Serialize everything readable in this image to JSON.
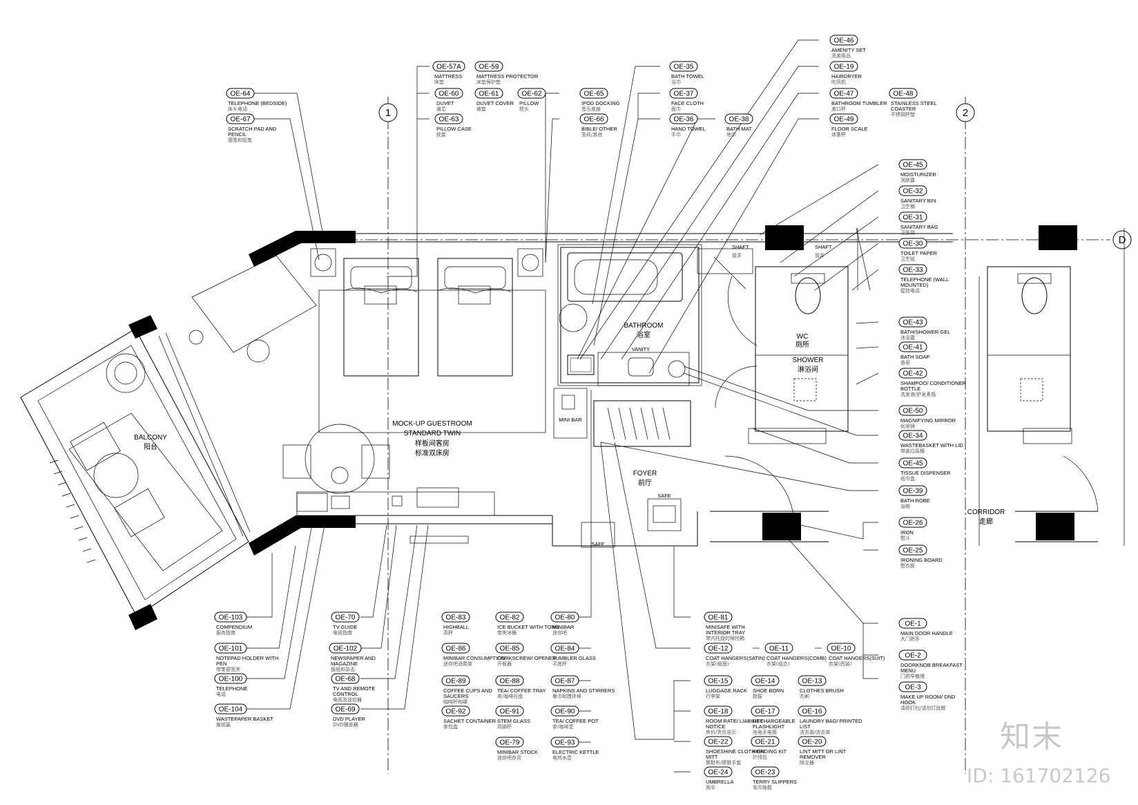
{
  "rooms": {
    "balcony": "BALCONY",
    "balcony_cn": "阳台",
    "guestroom": "MOCK-UP GUESTROOM",
    "guestroom_type": "STANDARD TWIN",
    "guestroom_cn1": "样板间客房",
    "guestroom_cn2": "标准双床房",
    "bathroom": "BATHROOM",
    "bathroom_cn": "浴室",
    "wc": "WC",
    "wc_cn": "厕所",
    "shower": "SHOWER",
    "shower_cn": "淋浴间",
    "foyer": "FOYER",
    "foyer_cn": "前厅",
    "corridor": "CORRIDOR",
    "corridor_cn": "走廊",
    "shaft1": "SHAFT",
    "shaft1_cn": "管井",
    "shaft2": "SHAFT",
    "shaft2_cn": "管井",
    "minibar": "MINI BAR",
    "safe": "SAFE",
    "safe2": "SAFE",
    "vanity": "VANITY"
  },
  "grid": {
    "g1": "1",
    "g2": "2",
    "gd": "D"
  },
  "watermark": {
    "brand": "知末",
    "id": "ID: 161702126"
  },
  "tags": {
    "t57a": {
      "code": "OE-57A",
      "label": "MATTRESS",
      "cn": "床垫"
    },
    "t59": {
      "code": "OE-59",
      "label": "MATTRESS PROTECTOR",
      "cn": "床垫保护垫"
    },
    "t60": {
      "code": "OE-60",
      "label": "DUVET",
      "cn": "被芯"
    },
    "t61": {
      "code": "OE-61",
      "label": "DUVET COVER",
      "cn": "被套"
    },
    "t62": {
      "code": "OE-62",
      "label": "PILLOW",
      "cn": "枕头"
    },
    "t63": {
      "code": "OE-63",
      "label": "PILLOW CASE",
      "cn": "枕套"
    },
    "t64": {
      "code": "OE-64",
      "label": "TELEPHONE (BEDSIDE)",
      "cn": "床头电话"
    },
    "t67": {
      "code": "OE-67",
      "label": "SCRATCH PAD AND PENCIL",
      "cn": "便笺和铅笔"
    },
    "t65": {
      "code": "OE-65",
      "label": "IPOD DOCKING",
      "cn": "音乐底座"
    },
    "t66": {
      "code": "OE-66",
      "label": "BIBLE/ OTHER",
      "cn": "圣经/其他"
    },
    "t35": {
      "code": "OE-35",
      "label": "BATH TOWEL",
      "cn": "浴巾"
    },
    "t37": {
      "code": "OE-37",
      "label": "FACE CLOTH",
      "cn": "面巾"
    },
    "t36": {
      "code": "OE-36",
      "label": "HAND TOWEL",
      "cn": "手巾"
    },
    "t38": {
      "code": "OE-38",
      "label": "BATH MAT",
      "cn": "地巾"
    },
    "t46": {
      "code": "OE-46",
      "label": "AMENITY SET",
      "cn": "洗漱用品"
    },
    "t19": {
      "code": "OE-19",
      "label": "HAIRDRYER",
      "cn": "吹风机"
    },
    "t47": {
      "code": "OE-47",
      "label": "BATHROOM TUMBLER",
      "cn": "漱口杯"
    },
    "t48": {
      "code": "OE-48",
      "label": "STAINLESS STEEL COASTER",
      "cn": "不锈钢杯垫"
    },
    "t49": {
      "code": "OE-49",
      "label": "FLOOR SCALE",
      "cn": "体重秤"
    },
    "t45a": {
      "code": "OE-45",
      "label": "MOISTURIZER",
      "cn": "润肤露"
    },
    "t32": {
      "code": "OE-32",
      "label": "SANITARY BIN",
      "cn": "卫生桶"
    },
    "t31": {
      "code": "OE-31",
      "label": "SANITARY BAG",
      "cn": "卫生袋"
    },
    "t30": {
      "code": "OE-30",
      "label": "TOILET PAPER",
      "cn": "卫生纸"
    },
    "t33": {
      "code": "OE-33",
      "label": "TELEPHONE (WALL MOUNTED)",
      "cn": "壁挂电话"
    },
    "t43": {
      "code": "OE-43",
      "label": "BATH/SHOWER GEL",
      "cn": "沐浴露"
    },
    "t41": {
      "code": "OE-41",
      "label": "BATH SOAP",
      "cn": "香皂"
    },
    "t42": {
      "code": "OE-42",
      "label": "SHAMPOO/ CONDITIONER BOTTLE",
      "cn": "洗发液/护发素瓶"
    },
    "t50": {
      "code": "OE-50",
      "label": "MAGNIFYING MIRROR",
      "cn": "化妆镜"
    },
    "t34": {
      "code": "OE-34",
      "label": "WASTEBASKET WITH LID",
      "cn": "带盖垃圾桶"
    },
    "t45b": {
      "code": "OE-45",
      "label": "TISSUE DISPENSER",
      "cn": "纸巾盒"
    },
    "t39": {
      "code": "OE-39",
      "label": "BATH ROBE",
      "cn": "浴袍"
    },
    "t26": {
      "code": "OE-26",
      "label": "IRON",
      "cn": "熨斗"
    },
    "t25": {
      "code": "OE-25",
      "label": "IRONING BOARD",
      "cn": "熨衣板"
    },
    "t1": {
      "code": "OE-1",
      "label": "MAIN DOOR HANDLE",
      "cn": "大门把手"
    },
    "t2": {
      "code": "OE-2",
      "label": "DOORKNOB BREAKFAST MENU",
      "cn": "门把早餐牌"
    },
    "t3": {
      "code": "OE-3",
      "label": "MAKE UP ROOM/ DND HOOK",
      "cn": "请即打扫/请勿打扰牌"
    },
    "t81": {
      "code": "OE-81",
      "label": "MINISAFE WITH INTERIOR TRAY",
      "cn": "带内托盘的保险箱"
    },
    "t12": {
      "code": "OE-12",
      "label": "COAT HANGERS(SATIN)",
      "cn": "衣架(缎面)"
    },
    "t11": {
      "code": "OE-11",
      "label": "COAT HANGERS(COMB)",
      "cn": "衣架(组合)"
    },
    "t10": {
      "code": "OE-10",
      "label": "COAT HANGERS(SUIT)",
      "cn": "衣架(西装)"
    },
    "t13": {
      "code": "OE-13",
      "label": "CLOTHES BRUSH",
      "cn": "衣刷"
    },
    "t14": {
      "code": "OE-14",
      "label": "SHOE BORN",
      "cn": "鞋拔"
    },
    "t15": {
      "code": "OE-15",
      "label": "LUGGAGE RACK",
      "cn": "行李架"
    },
    "t16": {
      "code": "OE-16",
      "label": "LAUNDRY BAG/ PRINTED LIST",
      "cn": "洗衣袋/洗衣单"
    },
    "t17": {
      "code": "OE-17",
      "label": "RECHARGEABLE FLASHLIGHT",
      "cn": "充电手电筒"
    },
    "t18": {
      "code": "OE-18",
      "label": "ROOM RATE/ LIABILITY NOTICE",
      "cn": "房价/责任告示"
    },
    "t20": {
      "code": "OE-20",
      "label": "LINT MITT OR LINT REMOVER",
      "cn": "除尘器"
    },
    "t21": {
      "code": "OE-21",
      "label": "MENDING KIT",
      "cn": "针线包"
    },
    "t22": {
      "code": "OE-22",
      "label": "SHOESHINE CLOTH OR MITT",
      "cn": "擦鞋布/擦鞋手套"
    },
    "t23": {
      "code": "OE-23",
      "label": "TERRY SLIPPERS",
      "cn": "毛巾拖鞋"
    },
    "t24": {
      "code": "OE-24",
      "label": "UMBRELLA",
      "cn": "雨伞"
    },
    "t83": {
      "code": "OE-83",
      "label": "HIGHBALL",
      "cn": "高杯"
    },
    "t82": {
      "code": "OE-82",
      "label": "ICE BUCKET WITH TONG",
      "cn": "带夹冰桶"
    },
    "t80": {
      "code": "OE-80",
      "label": "MINIBAR",
      "cn": "迷你吧"
    },
    "t86": {
      "code": "OE-86",
      "label": "MINIBAR CONSUMPTION",
      "cn": "迷你吧消费单"
    },
    "t85": {
      "code": "OE-85",
      "label": "CORKSCREW/ OPENER",
      "cn": "开瓶器"
    },
    "t84": {
      "code": "OE-84",
      "label": "TUMBLER GLASS",
      "cn": "平底杯"
    },
    "t89": {
      "code": "OE-89",
      "label": "COFFEE CUPS AND SAUCERS",
      "cn": "咖啡杯和碟"
    },
    "t88": {
      "code": "OE-88",
      "label": "TEA/ COFFEE TRAY",
      "cn": "茶/咖啡托盘"
    },
    "t87": {
      "code": "OE-87",
      "label": "NAPKINS AND STIRRERS",
      "cn": "餐巾和搅拌棒"
    },
    "t92": {
      "code": "OE-92",
      "label": "SACHET CONTAINER",
      "cn": "茶包盒"
    },
    "t91": {
      "code": "OE-91",
      "label": "STEM GLASS",
      "cn": "高脚杯"
    },
    "t90": {
      "code": "OE-90",
      "label": "TEA/ COFFEE POT",
      "cn": "茶/咖啡壶"
    },
    "t79": {
      "code": "OE-79",
      "label": "MINIBAR STOCK",
      "cn": "迷你吧存货"
    },
    "t93": {
      "code": "OE-93",
      "label": "ELECTRIC KETTLE",
      "cn": "电热水壶"
    },
    "t103": {
      "code": "OE-103",
      "label": "COMPENDIUM",
      "cn": "服务指南"
    },
    "t101": {
      "code": "OE-101",
      "label": "NOTEPAD HOLDER WITH PEN",
      "cn": "带笔便笺夹"
    },
    "t100": {
      "code": "OE-100",
      "label": "TELEPHONE",
      "cn": "电话"
    },
    "t104": {
      "code": "OE-104",
      "label": "WASTEPAPER BASKET",
      "cn": "废纸篓"
    },
    "t70": {
      "code": "OE-70",
      "label": "TV GUIDE",
      "cn": "电视指南"
    },
    "t102": {
      "code": "OE-102",
      "label": "NEWSPAPER AND MAGAZINE",
      "cn": "报纸和杂志"
    },
    "t68": {
      "code": "OE-68",
      "label": "TV AND REMOTE CONTROL",
      "cn": "电视及遥控器"
    },
    "t69": {
      "code": "OE-69",
      "label": "DVD PLAYER",
      "cn": "DVD播放器"
    }
  }
}
